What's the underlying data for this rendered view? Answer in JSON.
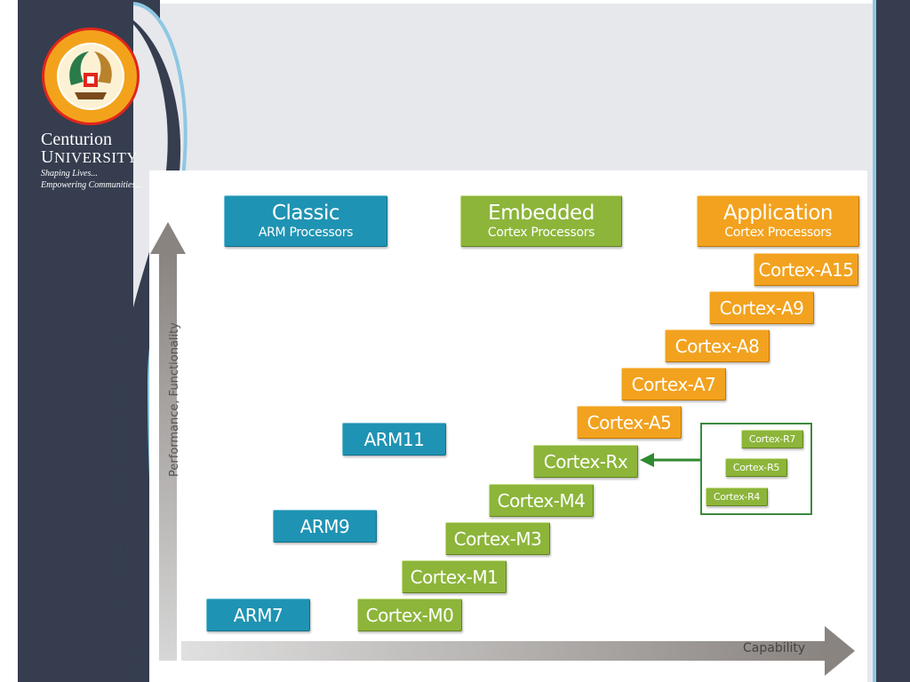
{
  "branding": {
    "name": "Centurion",
    "university_cap": "U",
    "university_rest": "NIVERSITY",
    "tagline1": "Shaping Lives...",
    "tagline2": "Empowering Communities...",
    "logo_icon": "university-seal-icon"
  },
  "diagram": {
    "y_axis_label": "Performance, Functionality",
    "x_axis_label": "Capability",
    "categories": [
      {
        "title": "Classic",
        "subtitle": "ARM Processors",
        "color": "#1f93b3"
      },
      {
        "title": "Embedded",
        "subtitle": "Cortex Processors",
        "color": "#8cb53a"
      },
      {
        "title": "Application",
        "subtitle": "Cortex Processors",
        "color": "#f2a21e"
      }
    ],
    "classic": [
      "ARM7",
      "ARM9",
      "ARM11"
    ],
    "embedded": [
      "Cortex-M0",
      "Cortex-M1",
      "Cortex-M3",
      "Cortex-M4",
      "Cortex-Rx"
    ],
    "application": [
      "Cortex-A5",
      "Cortex-A7",
      "Cortex-A8",
      "Cortex-A9",
      "Cortex-A15"
    ],
    "realtime": [
      "Cortex-R7",
      "Cortex-R5",
      "Cortex-R4"
    ]
  }
}
